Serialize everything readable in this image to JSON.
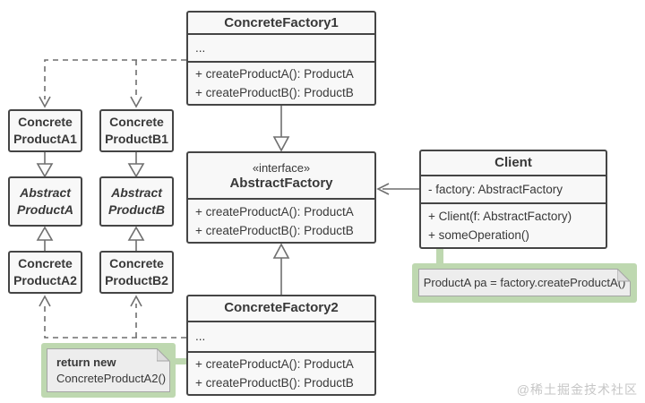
{
  "colors": {
    "background": "#ffffff",
    "box_border": "#454545",
    "box_fill": "#f8f8f8",
    "text": "#383838",
    "connector": "#6f6f6f",
    "triangle_fill": "#fcfcfc",
    "note_fill": "#ededed",
    "note_border": "#a5a5a5",
    "note_halo": "#bed8b0",
    "watermark": "#c6c6c6"
  },
  "classes": {
    "concrete_factory1": {
      "title": "ConcreteFactory1",
      "ellipsis": "...",
      "methods": [
        "+ createProductA(): ProductA",
        "+ createProductB(): ProductB"
      ]
    },
    "abstract_factory": {
      "stereotype": "«interface»",
      "title": "AbstractFactory",
      "methods": [
        "+ createProductA(): ProductA",
        "+ createProductB(): ProductB"
      ]
    },
    "concrete_factory2": {
      "title": "ConcreteFactory2",
      "ellipsis": "...",
      "methods": [
        "+ createProductA(): ProductA",
        "+ createProductB(): ProductB"
      ]
    },
    "client": {
      "title": "Client",
      "attributes": [
        "- factory: AbstractFactory"
      ],
      "methods": [
        "+ Client(f: AbstractFactory)",
        "+ someOperation()"
      ]
    },
    "concrete_product_a1": {
      "lines": [
        "Concrete",
        "ProductA1"
      ]
    },
    "concrete_product_b1": {
      "lines": [
        "Concrete",
        "ProductB1"
      ]
    },
    "abstract_product_a": {
      "lines": [
        "Abstract",
        "ProductA"
      ]
    },
    "abstract_product_b": {
      "lines": [
        "Abstract",
        "ProductB"
      ]
    },
    "concrete_product_a2": {
      "lines": [
        "Concrete",
        "ProductA2"
      ]
    },
    "concrete_product_b2": {
      "lines": [
        "Concrete",
        "ProductB2"
      ]
    }
  },
  "notes": {
    "client_note": {
      "text": "ProductA pa = factory.createProductA()"
    },
    "factory2_note": {
      "bold": "return new",
      "text": "ConcreteProductA2()"
    }
  },
  "watermark": "@稀土掘金技术社区"
}
